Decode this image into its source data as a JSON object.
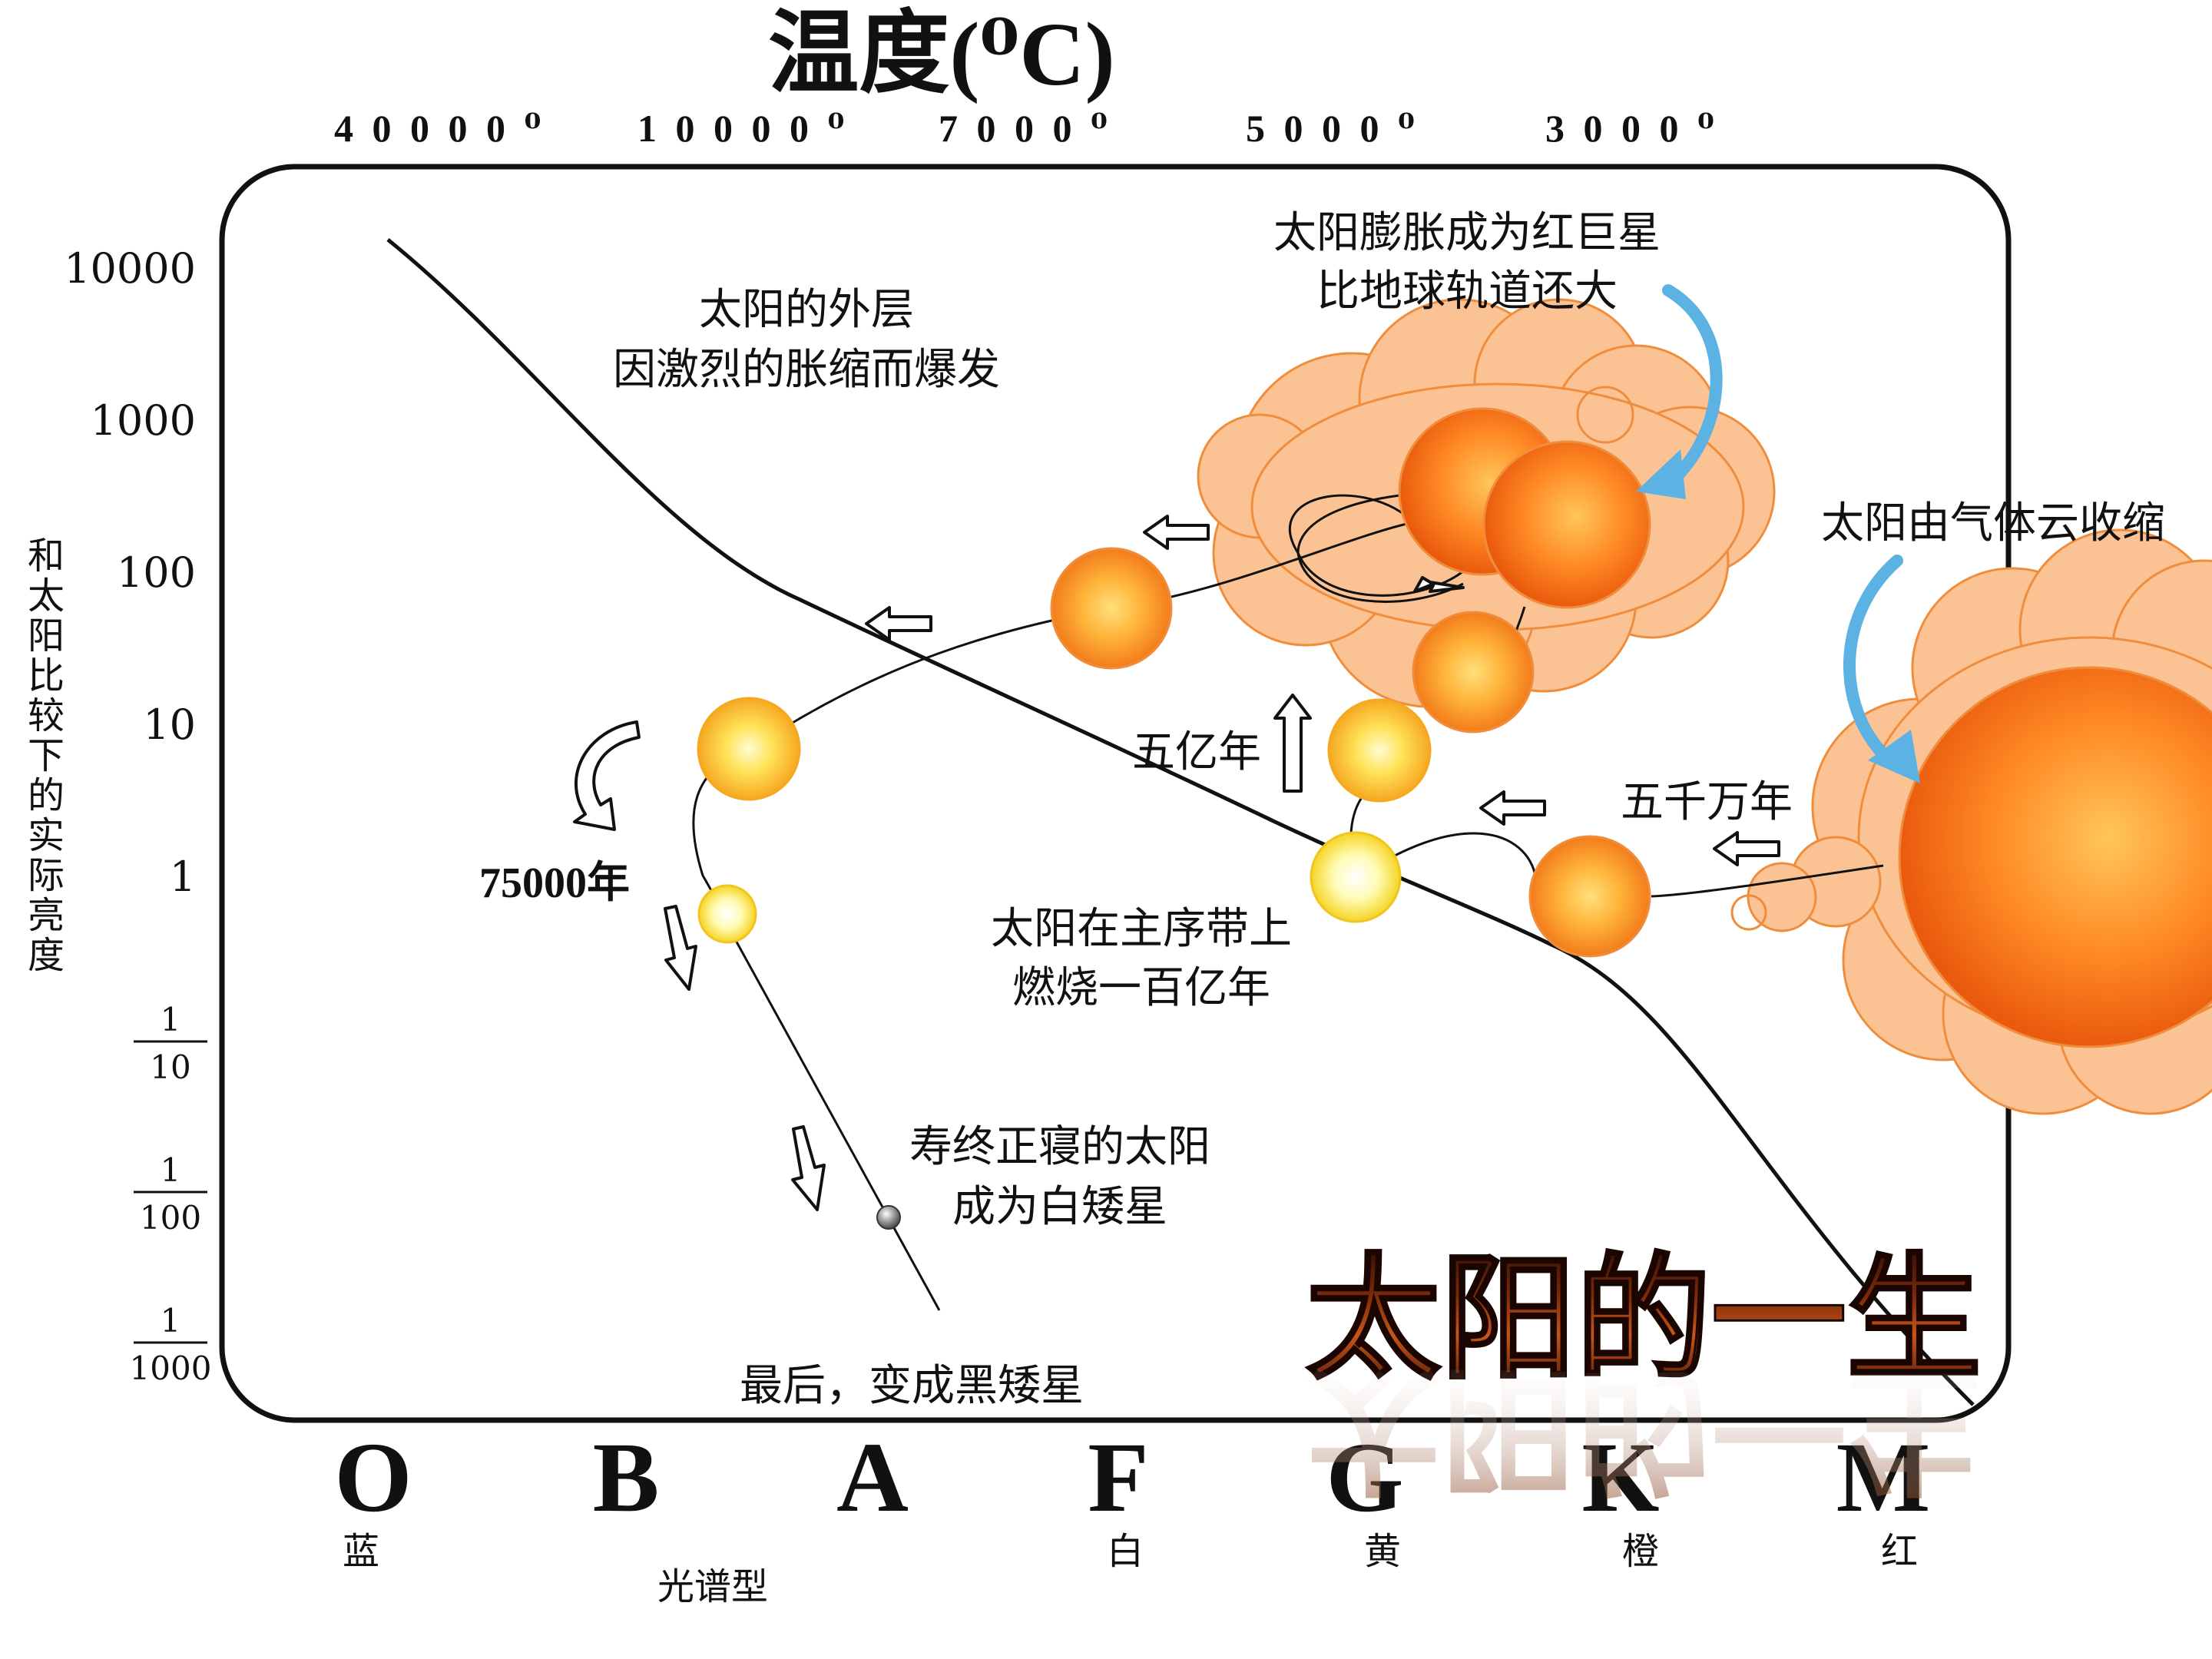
{
  "title": "温度(⁰C)",
  "temperature_ticks": [
    "4 0 0 0 0 ⁰",
    "1 0 0 0 0 ⁰",
    "7 0 0 0 ⁰",
    "5 0 0 0 ⁰",
    "3 0 0 0 ⁰"
  ],
  "y_axis_title": "和太阳比较下的实际亮度",
  "y_ticks": [
    {
      "type": "int",
      "label": "10000"
    },
    {
      "type": "int",
      "label": "1000"
    },
    {
      "type": "int",
      "label": "100"
    },
    {
      "type": "int",
      "label": "10"
    },
    {
      "type": "int",
      "label": "1"
    },
    {
      "type": "frac",
      "num": "1",
      "den": "10"
    },
    {
      "type": "frac",
      "num": "1",
      "den": "100"
    },
    {
      "type": "frac",
      "num": "1",
      "den": "1000"
    }
  ],
  "spectral_classes": [
    {
      "letter": "O",
      "color": "蓝"
    },
    {
      "letter": "B",
      "color": ""
    },
    {
      "letter": "A",
      "color": ""
    },
    {
      "letter": "F",
      "color": "白"
    },
    {
      "letter": "G",
      "color": "黄"
    },
    {
      "letter": "K",
      "color": "橙"
    },
    {
      "letter": "M",
      "color": "红"
    }
  ],
  "x_axis_title": "光谱型",
  "annotations": {
    "outer_layer_1": "太阳的外层",
    "outer_layer_2": "因激烈的胀缩而爆发",
    "red_giant_1": "太阳膨胀成为红巨星",
    "red_giant_2": "比地球轨道还大",
    "gas_cloud": "太阳由气体云收缩",
    "five_hundred_million": "五亿年",
    "fifty_million": "五千万年",
    "seventy_five_thousand": "75000年",
    "main_sequence_1": "太阳在主序带上",
    "main_sequence_2": "燃烧一百亿年",
    "white_dwarf_1": "寿终正寝的太阳",
    "white_dwarf_2": "成为白矮星",
    "black_dwarf": "最后，变成黑矮星"
  },
  "big_title": "太阳的一生",
  "colors": {
    "frame": "#111111",
    "cloud_fill": "#fbc394",
    "cloud_stroke": "#f08d3c",
    "blue_arrow": "#5cb3e3",
    "title_dark": "#4a1604"
  }
}
